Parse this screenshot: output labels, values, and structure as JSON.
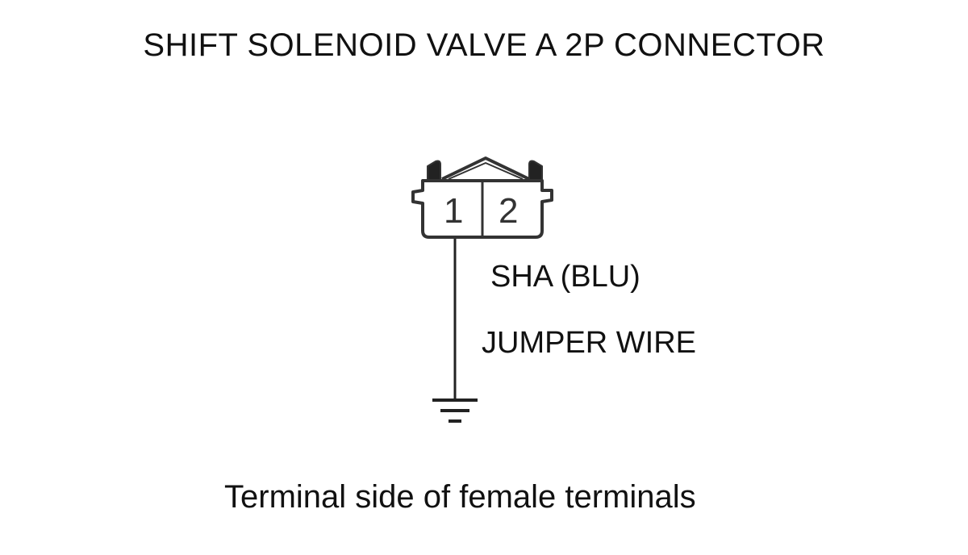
{
  "title": "SHIFT SOLENOID VALVE A 2P CONNECTOR",
  "connector": {
    "pins": [
      "1",
      "2"
    ]
  },
  "wire_label": "SHA (BLU)",
  "jumper_label": "JUMPER WIRE",
  "caption": "Terminal side of female terminals",
  "colors": {
    "line": "#222222",
    "background": "#ffffff"
  }
}
